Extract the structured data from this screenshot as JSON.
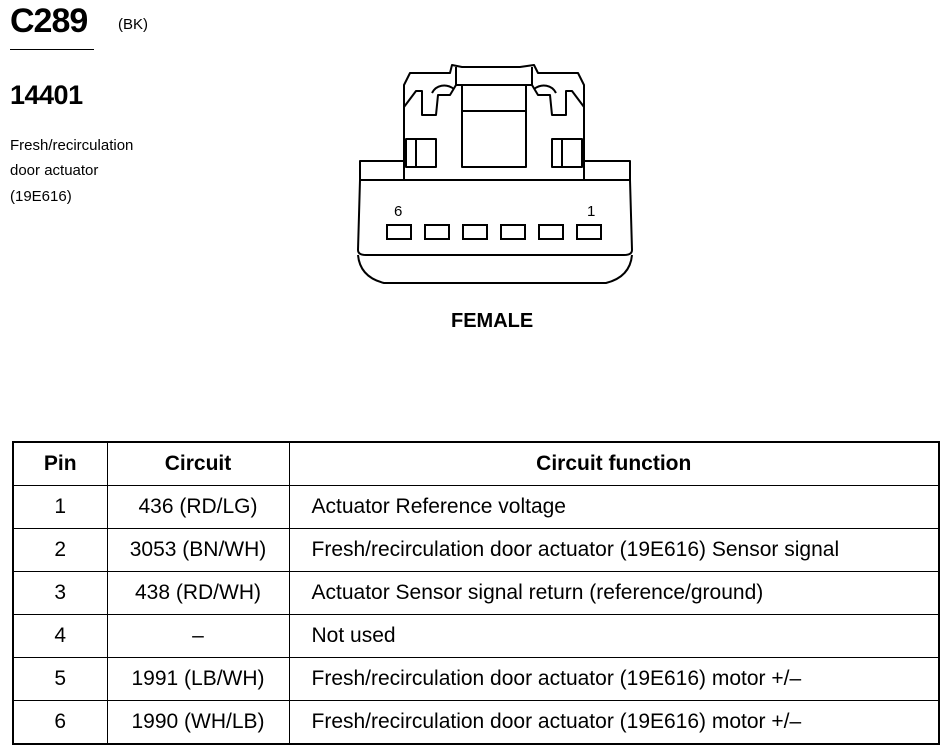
{
  "connector": {
    "id": "C289",
    "color_code": "(BK)",
    "part_number": "14401",
    "description_lines": [
      "Fresh/recirculation",
      "door actuator",
      "(19E616)"
    ],
    "gender": "FEMALE",
    "pin_label_left": "6",
    "pin_label_right": "1"
  },
  "table": {
    "headers": {
      "pin": "Pin",
      "circuit": "Circuit",
      "function": "Circuit function"
    },
    "rows": [
      {
        "pin": "1",
        "circuit": "436 (RD/LG)",
        "function": "Actuator Reference voltage"
      },
      {
        "pin": "2",
        "circuit": "3053 (BN/WH)",
        "function": "Fresh/recirculation door actuator (19E616) Sensor signal"
      },
      {
        "pin": "3",
        "circuit": "438 (RD/WH)",
        "function": "Actuator Sensor signal return (reference/ground)"
      },
      {
        "pin": "4",
        "circuit": "–",
        "function": "Not used"
      },
      {
        "pin": "5",
        "circuit": "1991 (LB/WH)",
        "function": "Fresh/recirculation door actuator (19E616) motor +/–"
      },
      {
        "pin": "6",
        "circuit": "1990 (WH/LB)",
        "function": "Fresh/recirculation door actuator (19E616) motor +/–"
      }
    ]
  }
}
